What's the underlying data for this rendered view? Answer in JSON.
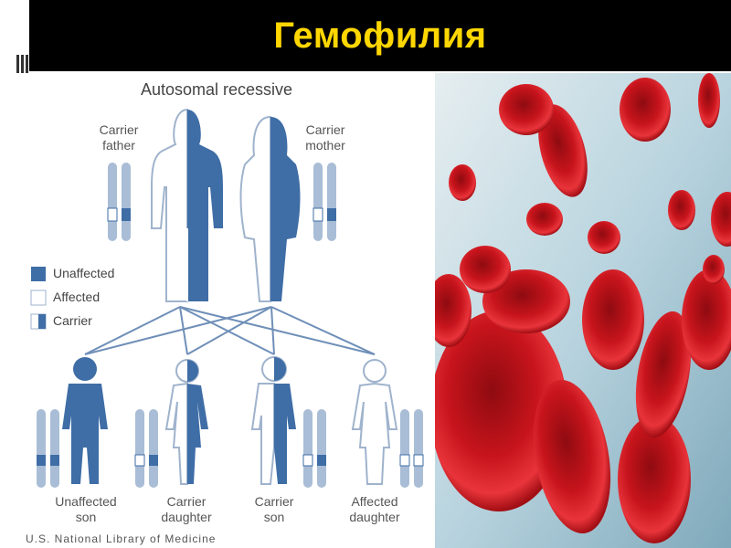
{
  "title": "Гемофилия",
  "diagram": {
    "heading": "Autosomal recessive",
    "parents": [
      {
        "label": "Carrier\nfather"
      },
      {
        "label": "Carrier\nmother"
      }
    ],
    "legend": [
      {
        "label": "Unaffected",
        "type": "unaffected"
      },
      {
        "label": "Affected",
        "type": "affected"
      },
      {
        "label": "Carrier",
        "type": "carrier"
      }
    ],
    "children": [
      {
        "label": "Unaffected\nson"
      },
      {
        "label": "Carrier\ndaughter"
      },
      {
        "label": "Carrier\nson"
      },
      {
        "label": "Affected\ndaughter"
      }
    ],
    "source": "U.S. National Library of Medicine"
  },
  "colors": {
    "header_bg": "#000000",
    "title_text": "#ffd700",
    "figure_blue": "#3f6da6",
    "figure_outline": "#9fb3cc",
    "figure_light": "#ffffff",
    "line_color": "#6f8fb8",
    "blood_cell": "#c8141c",
    "photo_bg": "#b7d3de"
  }
}
